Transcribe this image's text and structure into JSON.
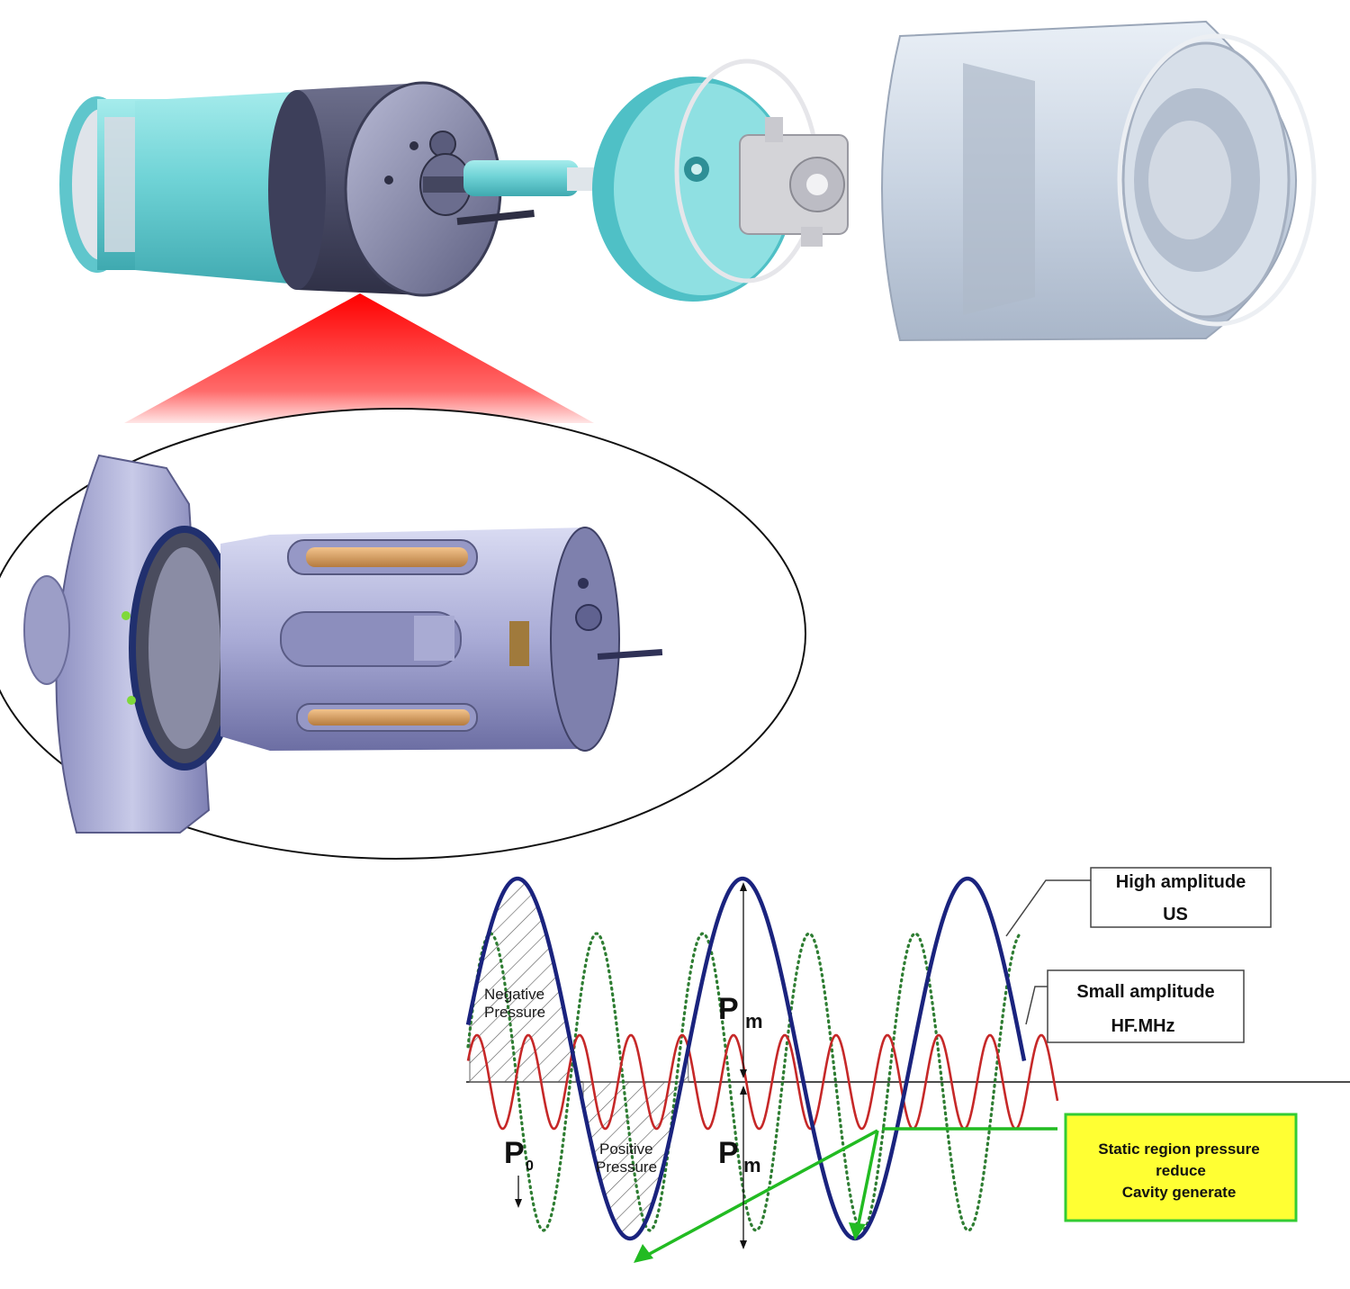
{
  "labels": {
    "high_amplitude_line1": "High amplitude",
    "high_amplitude_line2": "US",
    "small_amplitude_line1": "Small amplitude",
    "small_amplitude_line2": "HF.MHz",
    "negative_pressure_line1": "Negative",
    "negative_pressure_line2": "Pressure",
    "positive_pressure_line1": "Positive",
    "positive_pressure_line2": "Pressure",
    "pm_upper": "P",
    "pm_upper_sub": "m",
    "pm_lower": "P",
    "pm_lower_sub": "m",
    "p0": "P",
    "p0_sub": "0",
    "static_line1": "Static region pressure",
    "static_line2": "reduce",
    "static_line3": "Cavity generate"
  },
  "colors": {
    "high_amplitude_wave": "#1a237e",
    "small_amplitude_wave": "#c62828",
    "dotted_wave": "#2e7d32",
    "arrow_green": "#22bb22",
    "callout_yellow": "#ffff33",
    "callout_border": "#33cc33",
    "zoom_red": "#ff1a1a",
    "teal_part": "#7fd8d8",
    "metal_part": "#8a8ab8"
  }
}
